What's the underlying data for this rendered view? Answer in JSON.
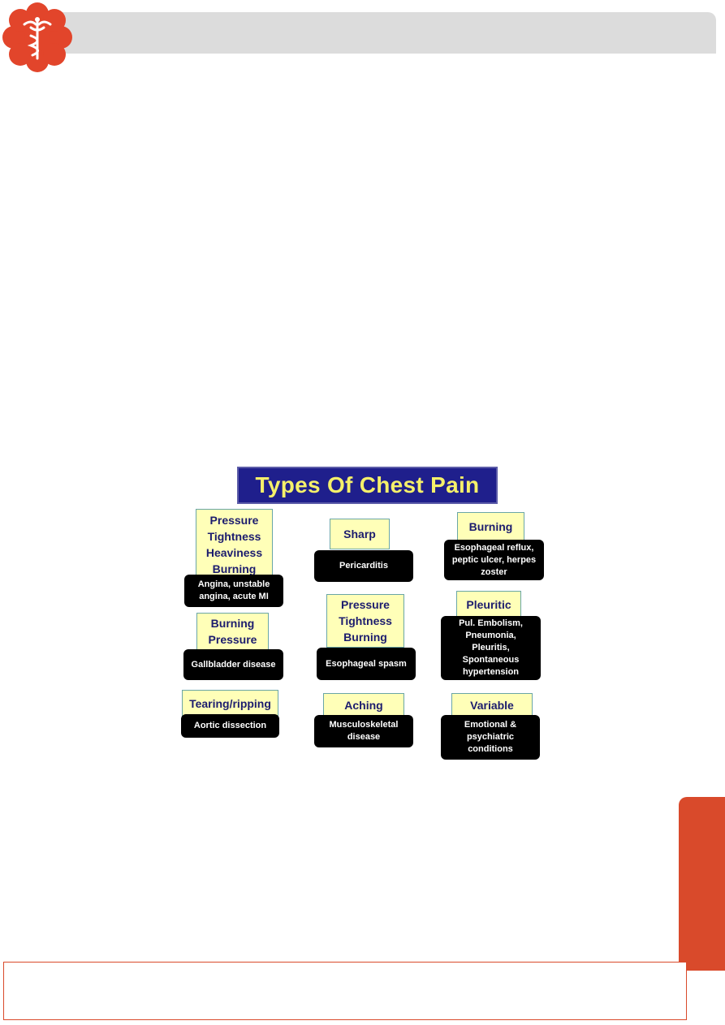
{
  "colors": {
    "accent": "#d94a2b",
    "header_gray": "#dcdcdc",
    "title_bg": "#1f1f8c",
    "title_text": "#f5f06a",
    "symptom_box": "#ffffb8",
    "symptom_text": "#1c1c6e",
    "cause_box": "#000000"
  },
  "logo": {
    "icon": "caduceus-flower-icon"
  },
  "diagram": {
    "title": "Types Of Chest Pain",
    "items": [
      {
        "symptom_lines": [
          "Pressure",
          "Tightness",
          "Heaviness",
          "Burning"
        ],
        "cause_lines": [
          "Angina, unstable",
          "angina, acute MI"
        ]
      },
      {
        "symptom_lines": [
          "Sharp"
        ],
        "cause_lines": [
          "Pericarditis"
        ]
      },
      {
        "symptom_lines": [
          "Burning"
        ],
        "cause_lines": [
          "Esophageal reflux,",
          "peptic ulcer, herpes",
          "zoster"
        ]
      },
      {
        "symptom_lines": [
          "Burning",
          "Pressure"
        ],
        "cause_lines": [
          "Gallbladder disease"
        ]
      },
      {
        "symptom_lines": [
          "Pressure",
          "Tightness",
          "Burning"
        ],
        "cause_lines": [
          "Esophageal spasm"
        ]
      },
      {
        "symptom_lines": [
          "Pleuritic"
        ],
        "cause_lines": [
          "Pul. Embolism,",
          "Pneumonia,",
          "Pleuritis,",
          "Spontaneous",
          "hypertension"
        ]
      },
      {
        "symptom_lines": [
          "Tearing/ripping"
        ],
        "cause_lines": [
          "Aortic dissection"
        ]
      },
      {
        "symptom_lines": [
          "Aching"
        ],
        "cause_lines": [
          "Musculoskeletal",
          "disease"
        ]
      },
      {
        "symptom_lines": [
          "Variable"
        ],
        "cause_lines": [
          "Emotional &",
          "psychiatric",
          "conditions"
        ]
      }
    ]
  }
}
